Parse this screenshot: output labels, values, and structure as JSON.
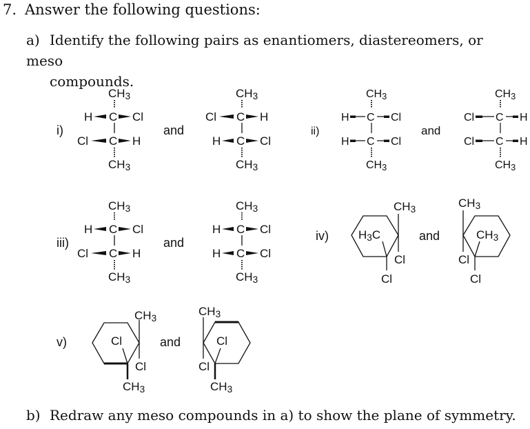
{
  "question": {
    "number": "7.",
    "title": "Answer the following questions:"
  },
  "part_a": {
    "label": "a)",
    "text_line1": "Identify the following pairs as enantiomers, diastereomers, or meso",
    "text_line2": "compounds.",
    "connector": "and",
    "pairs": [
      {
        "label": "i)",
        "type": "fischer",
        "left": {
          "top": "CH3",
          "row1": [
            "H",
            "Cl"
          ],
          "row2": [
            "Cl",
            "H"
          ],
          "bottom": "CH3"
        },
        "right": {
          "top": "CH3",
          "row1": [
            "Cl",
            "H"
          ],
          "row2": [
            "H",
            "Cl"
          ],
          "bottom": "CH3"
        }
      },
      {
        "label": "ii)",
        "type": "fischer",
        "left": {
          "top": "CH3",
          "row1": [
            "H",
            "Cl"
          ],
          "row2": [
            "H",
            "Cl"
          ],
          "bottom": "CH3"
        },
        "right": {
          "top": "CH3",
          "row1": [
            "Cl",
            "H"
          ],
          "row2": [
            "Cl",
            "H"
          ],
          "bottom": "CH3"
        }
      },
      {
        "label": "iii)",
        "type": "fischer",
        "left": {
          "top": "CH3",
          "row1": [
            "H",
            "Cl"
          ],
          "row2": [
            "Cl",
            "H"
          ],
          "bottom": "CH3"
        },
        "right": {
          "top": "CH3",
          "row1": [
            "H",
            "Cl"
          ],
          "row2": [
            "H",
            "Cl"
          ],
          "bottom": "CH3"
        }
      },
      {
        "label": "iv)",
        "type": "cyclohexane",
        "left": {
          "substituents": [
            "CH3",
            "H3C",
            "Cl",
            "Cl"
          ]
        },
        "right": {
          "substituents": [
            "CH3",
            "CH3",
            "Cl",
            "Cl"
          ]
        }
      },
      {
        "label": "v)",
        "type": "cyclohexane",
        "left": {
          "substituents": [
            "CH3",
            "Cl",
            "Cl",
            "CH3"
          ]
        },
        "right": {
          "substituents": [
            "CH3",
            "Cl",
            "Cl",
            "CH3"
          ]
        }
      }
    ]
  },
  "part_b": {
    "label": "b)",
    "text": "Redraw any meso compounds in a) to show the plane of symmetry."
  }
}
